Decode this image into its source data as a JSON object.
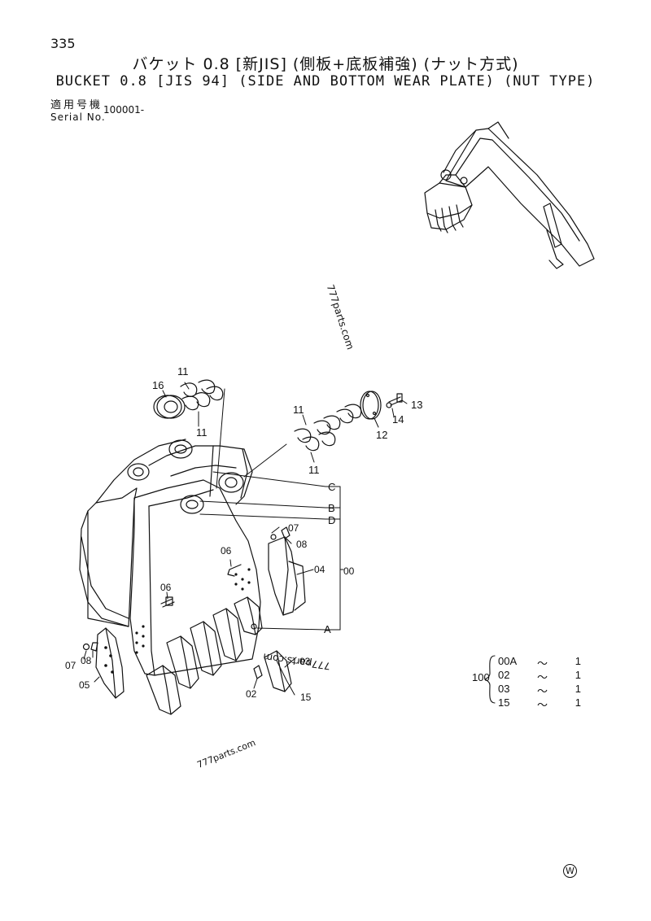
{
  "page_number": "335",
  "title_jp": "バケット 0.8 [新JIS] (側板+底板補強) (ナット方式)",
  "title_en": "BUCKET 0.8 [JIS 94] (SIDE AND BOTTOM WEAR PLATE) (NUT TYPE)",
  "applicable_label": "適用号機",
  "serial_label": "Serial No.",
  "serial_value": "100001-",
  "watermark": "777parts.com",
  "maker_mark": "W",
  "callouts": {
    "c02": "02",
    "c03": "03",
    "c04": "04",
    "c05": "05",
    "c06a": "06",
    "c06b": "06",
    "c07a": "07",
    "c07b": "07",
    "c08a": "08",
    "c08b": "08",
    "c11a": "11",
    "c11b": "11",
    "c11c": "11",
    "c11d": "11",
    "c12": "12",
    "c13": "13",
    "c14": "14",
    "c15": "15",
    "c16": "16",
    "c00": "00",
    "ref_a": "A",
    "ref_b": "B",
    "ref_c": "C",
    "ref_d": "D"
  },
  "set_id": "100",
  "quantity_table": [
    {
      "part": "00A",
      "tilde": "～",
      "qty": "1"
    },
    {
      "part": "02",
      "tilde": "～",
      "qty": "1"
    },
    {
      "part": "03",
      "tilde": "～",
      "qty": "1"
    },
    {
      "part": "15",
      "tilde": "～",
      "qty": "1"
    }
  ]
}
